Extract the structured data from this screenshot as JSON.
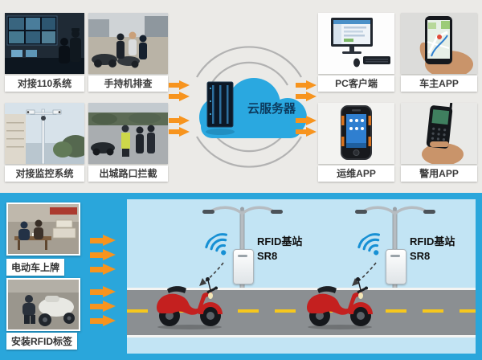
{
  "top_section": {
    "left_tiles": [
      {
        "label": "对接110系统",
        "photo": "control-room"
      },
      {
        "label": "手持机排查",
        "photo": "handheld-inspection"
      },
      {
        "label": "对接监控系统",
        "photo": "cctv-pole"
      },
      {
        "label": "出城路口拦截",
        "photo": "road-checkpoint"
      }
    ],
    "cloud": {
      "label": "云服务器"
    },
    "right_tiles": [
      {
        "label": "PC客户端",
        "photo": "pc-client"
      },
      {
        "label": "车主APP",
        "photo": "owner-app"
      },
      {
        "label": "运维APP",
        "photo": "ops-app"
      },
      {
        "label": "警用APP",
        "photo": "police-app"
      }
    ]
  },
  "bottom_section": {
    "left_tiles": [
      {
        "label": "电动车上牌"
      },
      {
        "label": "安装RFID标签"
      }
    ],
    "stations": [
      {
        "name": "RFID基站",
        "model": "SR8"
      },
      {
        "name": "RFID基站",
        "model": "SR8"
      }
    ]
  },
  "icons": [
    "cloud-server",
    "wifi-signal",
    "signal-waves",
    "street-light",
    "rfid-station-box",
    "flow-arrow",
    "scooter"
  ],
  "colors": {
    "arrow_orange": "#f7941e",
    "cloud_blue": "#2aa8e0",
    "bottom_background": "#2aa6db",
    "panel_blue": "#c2e4f4",
    "road_gray": "#8b8f92",
    "lane_yellow": "#f6c71d"
  }
}
